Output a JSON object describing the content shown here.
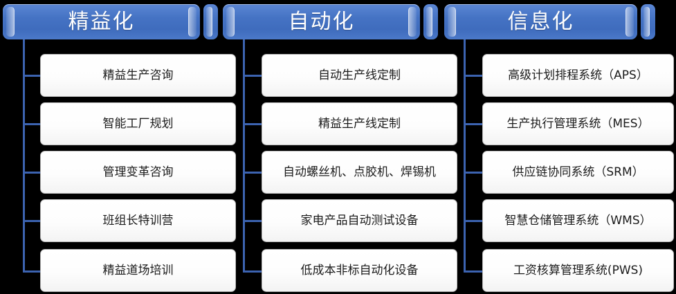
{
  "theme": {
    "background": "#000000",
    "banner_blue": "#4573c4",
    "line_blue": "#3c63b0",
    "node_fill": "#ffffff",
    "node_border": "#b9b9b9",
    "banner_text": "#ffffff",
    "node_text": "#1b1b1b"
  },
  "columns": [
    {
      "header": "精益化",
      "items": [
        "精益生产咨询",
        "智能工厂规划",
        "管理变革咨询",
        "班组长特训营",
        "精益道场培训"
      ]
    },
    {
      "header": "自动化",
      "items": [
        "自动生产线定制",
        "精益生产线定制",
        "自动螺丝机、点胶机、焊锡机",
        "家电产品自动测试设备",
        "低成本非标自动化设备"
      ]
    },
    {
      "header": "信息化",
      "items": [
        "高级计划排程系统（APS）",
        "生产执行管理系统（MES）",
        "供应链协同系统（SRM）",
        "智慧仓储管理系统（WMS）",
        "工资核算管理系统(PWS)"
      ]
    }
  ]
}
